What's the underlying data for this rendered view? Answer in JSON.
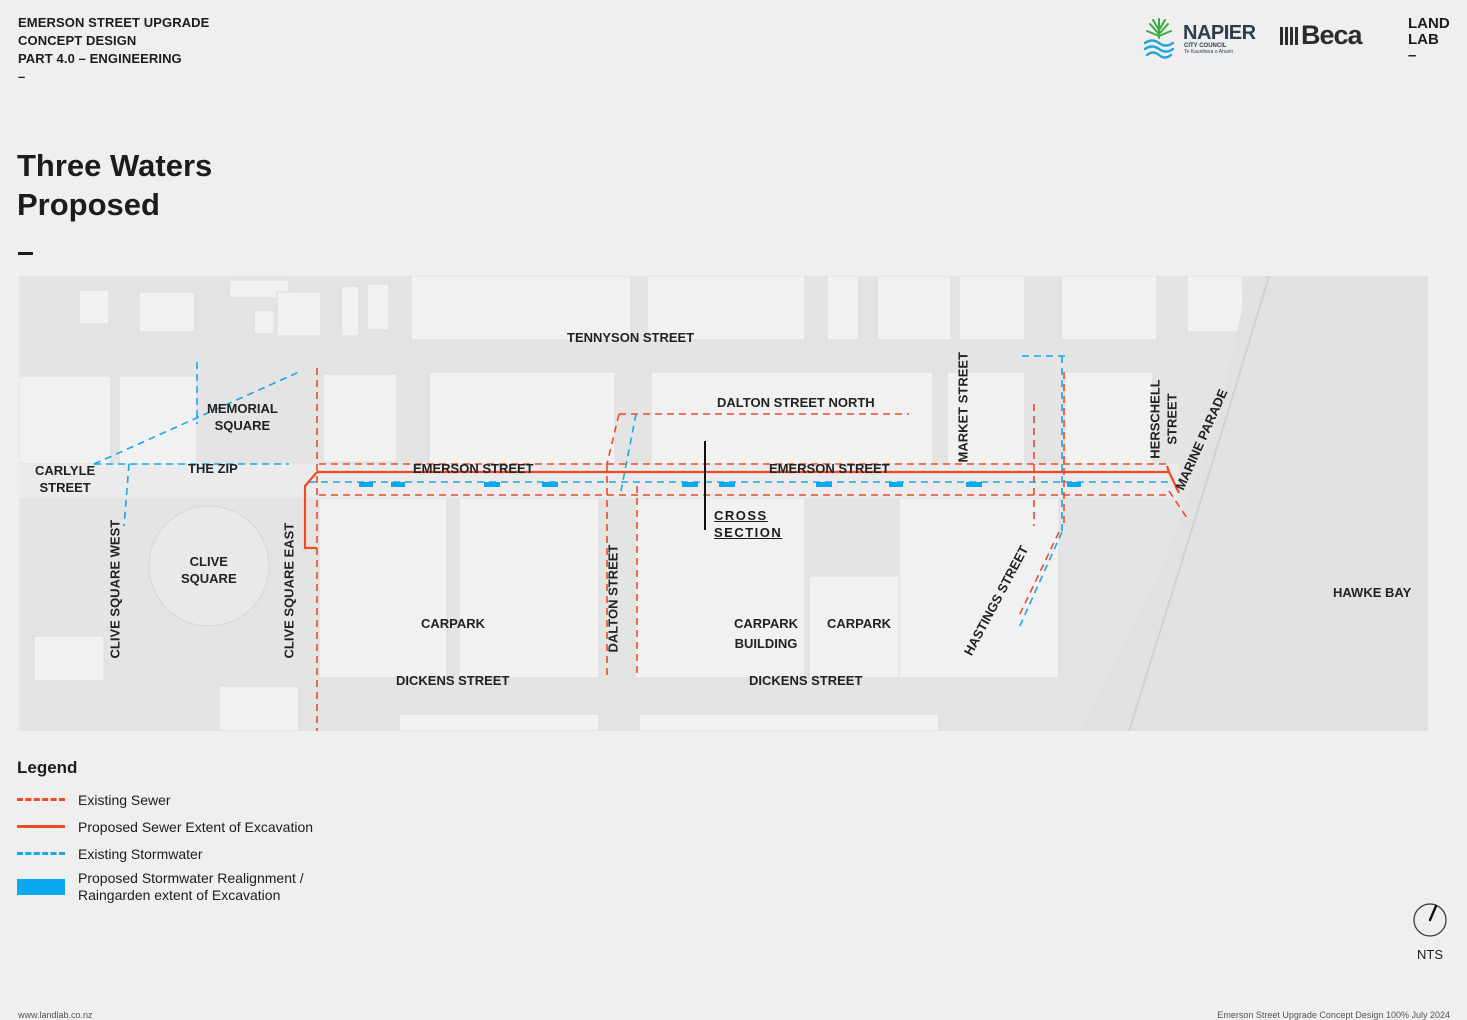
{
  "header": {
    "line1": "EMERSON STREET UPGRADE",
    "line2": "CONCEPT DESIGN",
    "line3": "PART 4.0 – ENGINEERING",
    "dash": "–"
  },
  "title": {
    "line1": "Three Waters",
    "line2": "Proposed"
  },
  "logos": {
    "napier_name": "NAPIER",
    "napier_sub1": "CITY COUNCIL",
    "napier_sub2": "Te Kaunihera o Ahuriri",
    "beca": "Beca",
    "landlab_line1": "LAND",
    "landlab_line2": "LAB",
    "landlab_dash": "–"
  },
  "map_labels": {
    "tennyson": "TENNYSON STREET",
    "dalton_north": "DALTON STREET NORTH",
    "memorial_square_1": "MEMORIAL",
    "memorial_square_2": "SQUARE",
    "carlyle_1": "CARLYLE",
    "carlyle_2": "STREET",
    "the_zip": "THE ZIP",
    "emerson_west": "EMERSON STREET",
    "emerson_east": "EMERSON STREET",
    "market": "MARKET STREET",
    "herschell_1": "HERSCHELL",
    "herschell_2": "STREET",
    "marine": "MARINE PARADE",
    "cross_1": "CROSS",
    "cross_2": "SECTION",
    "clive_square_west": "CLIVE SQUARE WEST",
    "clive_square_1": "CLIVE",
    "clive_square_2": "SQUARE",
    "clive_square_east": "CLIVE SQUARE EAST",
    "carpark_1": "CARPARK",
    "dalton": "DALTON STREET",
    "carpark_building_1": "CARPARK",
    "carpark_building_2": "BUILDING",
    "carpark_2": "CARPARK",
    "hastings": "HASTINGS STREET",
    "hawke_bay": "HAWKE BAY",
    "dickens_west": "DICKENS STREET",
    "dickens_east": "DICKENS STREET"
  },
  "legend": {
    "title": "Legend",
    "items": [
      {
        "label": "Existing Sewer",
        "style": "dashed",
        "color": "#ee4a26"
      },
      {
        "label": "Proposed Sewer Extent of Excavation",
        "style": "solid",
        "color": "#ee4a26"
      },
      {
        "label": "Existing Stormwater",
        "style": "dashed",
        "color": "#1aa7e6"
      },
      {
        "label_line1": "Proposed Stormwater Realignment /",
        "label_line2": "Raingarden extent of Excavation",
        "style": "block",
        "color": "#0aa9ef"
      }
    ]
  },
  "north": {
    "label": "NTS"
  },
  "footer": {
    "left": "www.landlab.co.nz",
    "right": "Emerson Street Upgrade   Concept Design 100%   July 2024"
  },
  "colors": {
    "sewer": "#ee4a26",
    "stormwater": "#1aa7e6",
    "raingarden": "#0aa9ef",
    "background": "#efefef"
  }
}
